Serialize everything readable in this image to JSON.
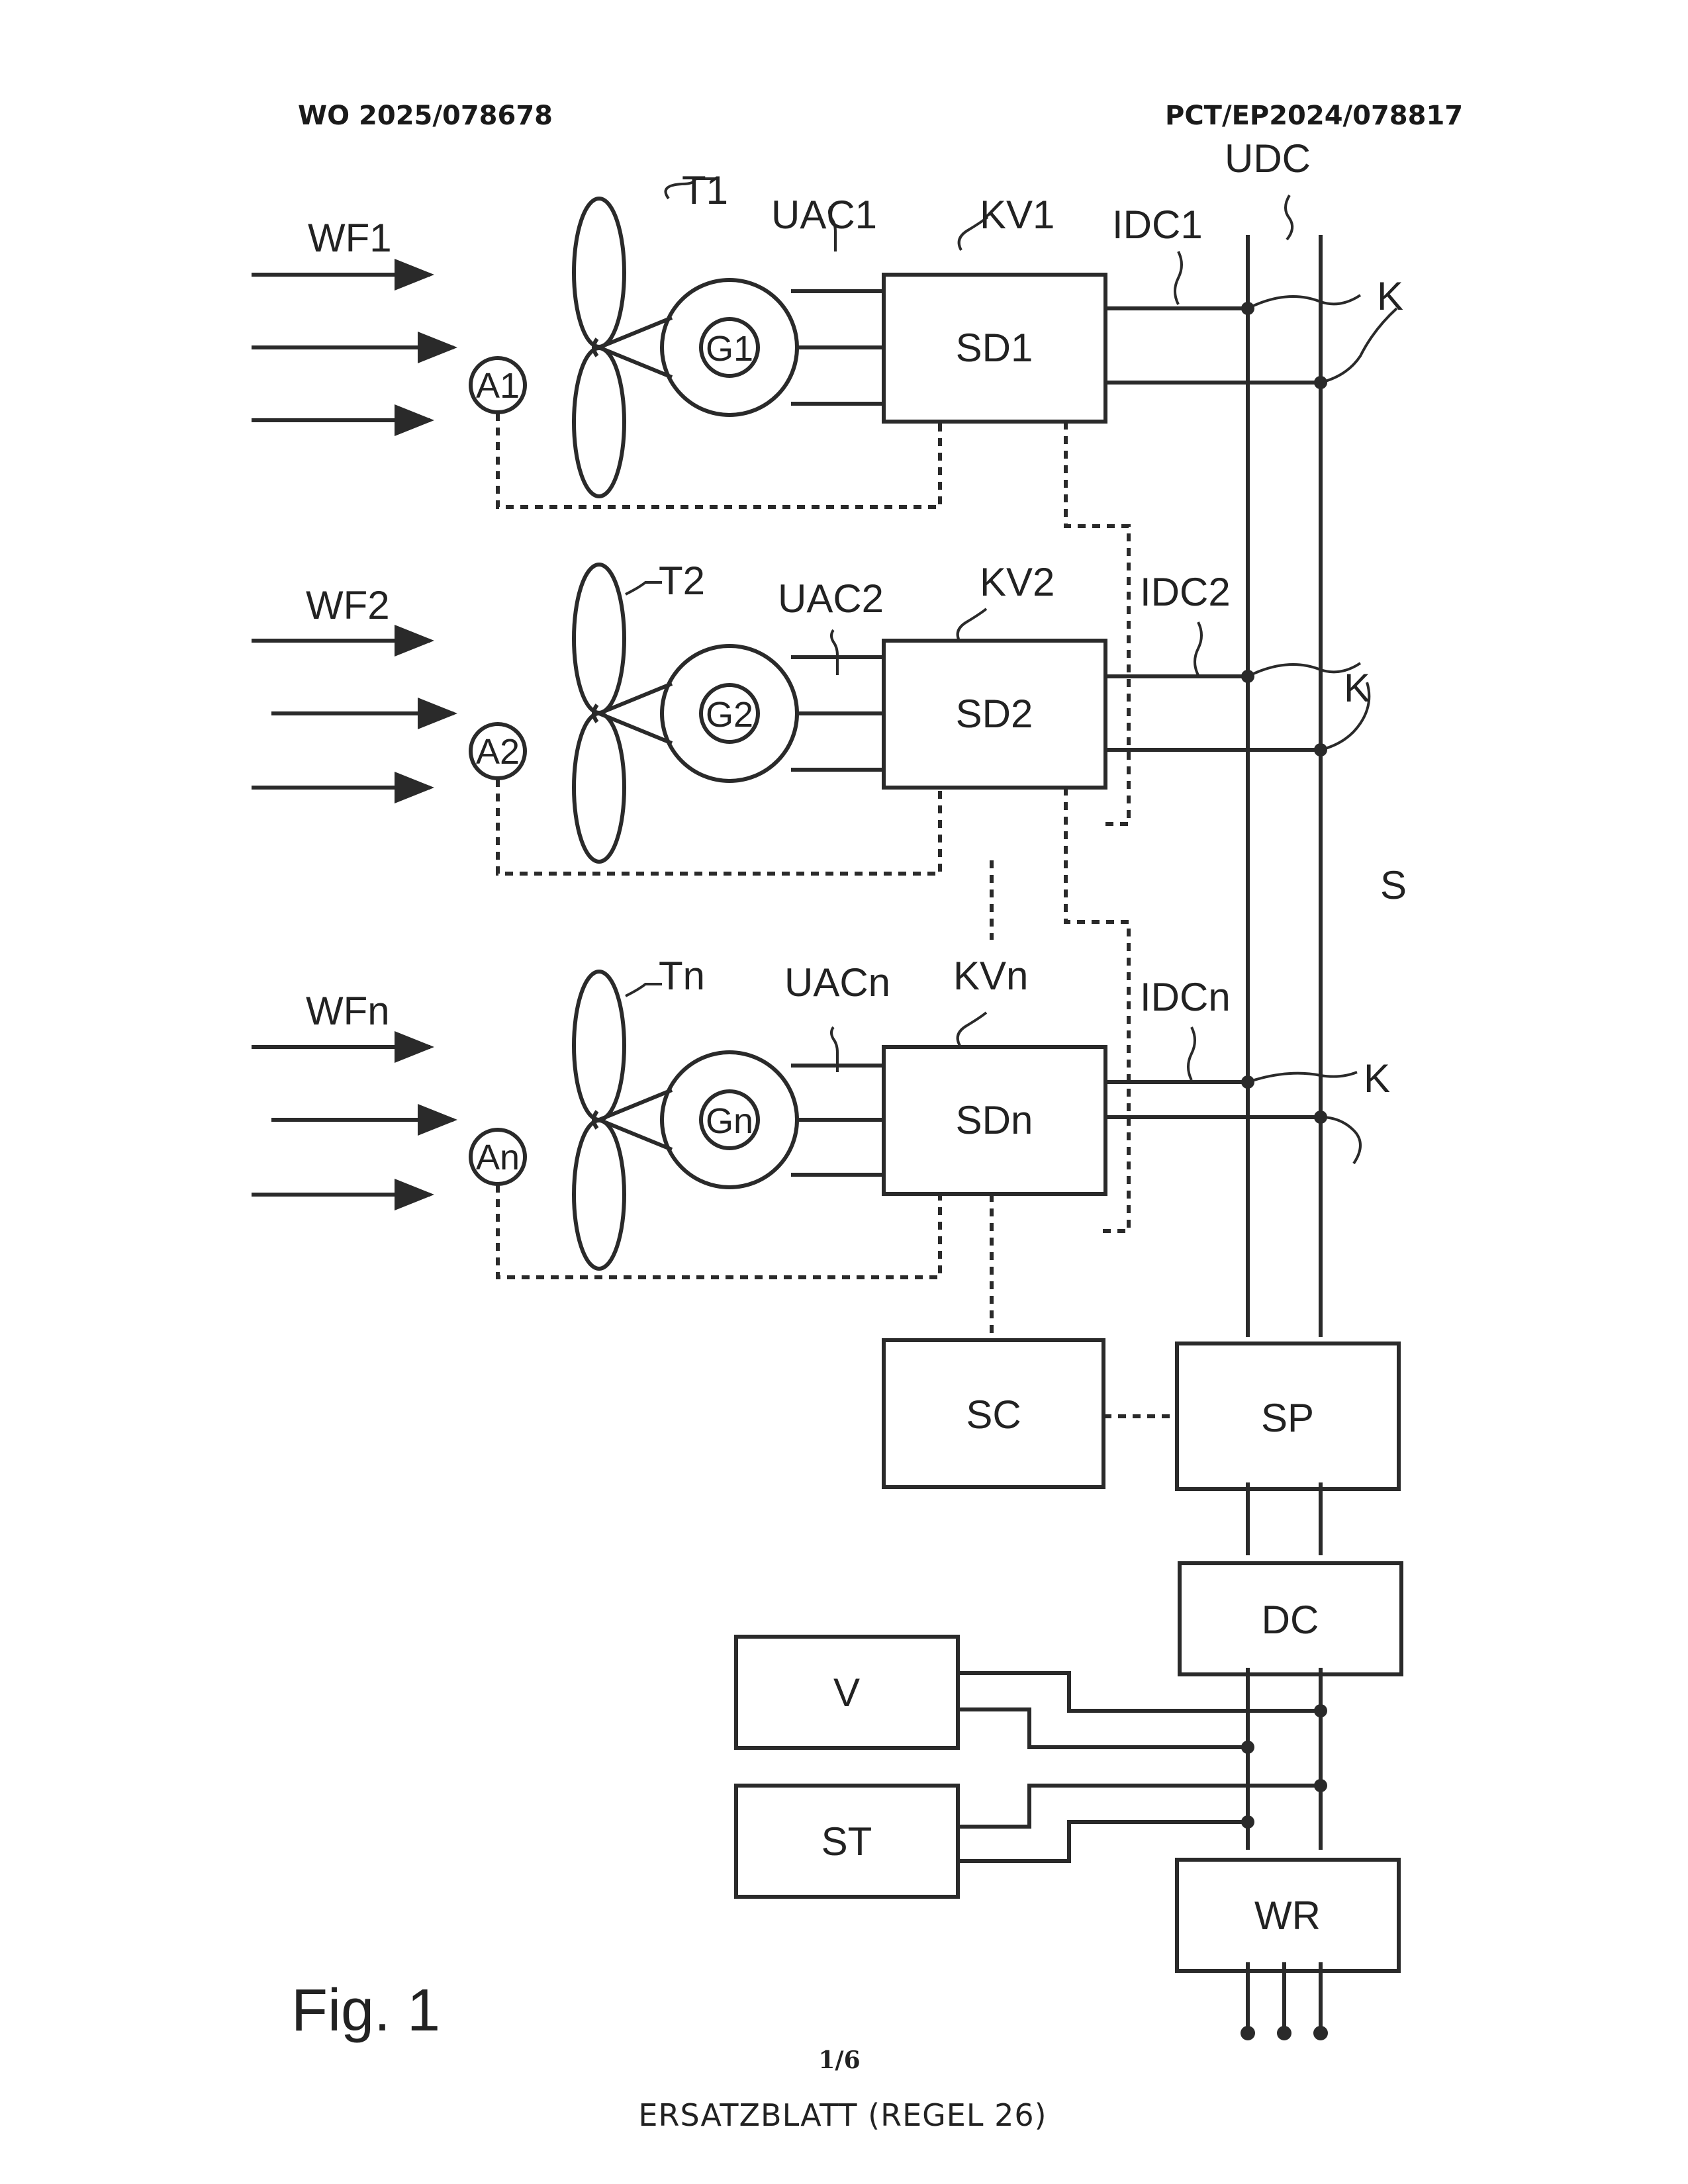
{
  "header": {
    "left": "WO 2025/078678",
    "right": "PCT/EP2024/078817"
  },
  "labels": {
    "udc": "UDC",
    "s": "S",
    "k1": "K",
    "k2": "K",
    "kn": "K",
    "wf1": "WF1",
    "wf2": "WF2",
    "wfn": "WFn",
    "t1": "T1",
    "t2": "T2",
    "tn": "Tn",
    "uac1": "UAC1",
    "uac2": "UAC2",
    "uacn": "UACn",
    "kv1": "KV1",
    "kv2": "KV2",
    "kvn": "KVn",
    "idc1": "IDC1",
    "idc2": "IDC2",
    "idcn": "IDCn"
  },
  "circles": {
    "a1": "A1",
    "a2": "A2",
    "an": "An",
    "g1": "G1",
    "g2": "G2",
    "gn": "Gn"
  },
  "boxes": {
    "sd1": "SD1",
    "sd2": "SD2",
    "sdn": "SDn",
    "sc": "SC",
    "sp": "SP",
    "dc": "DC",
    "v": "V",
    "st": "ST",
    "wr": "WR"
  },
  "figure_label": "Fig. 1",
  "page_number": "1/6",
  "footer": "ERSATZBLATT (REGEL 26)"
}
